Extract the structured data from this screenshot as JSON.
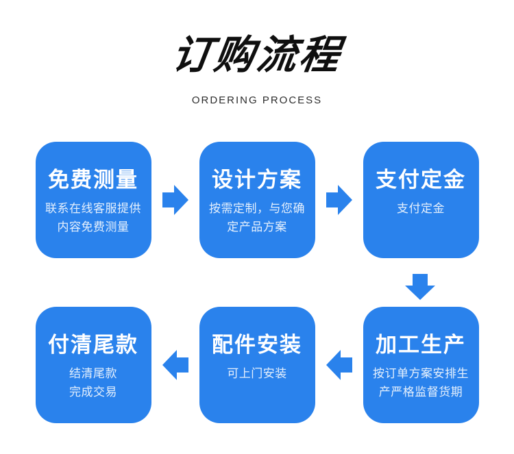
{
  "page": {
    "background": "#ffffff"
  },
  "theme": {
    "page_bg": "#ffffff",
    "box_color": "#2a82ec",
    "arrow_color": "#2a82ec",
    "title_color": "#0f0f0f",
    "subtitle_color": "#2b2b2b"
  },
  "header": {
    "title": "订购流程",
    "subtitle": "ORDERING PROCESS"
  },
  "icons": {
    "right_arrow": "block-arrow-right",
    "down_arrow": "block-arrow-down",
    "left_arrow": "block-arrow-left"
  },
  "steps": [
    {
      "title": "免费测量",
      "desc": "联系在线客服提供\n内容免费测量"
    },
    {
      "title": "设计方案",
      "desc": "按需定制，与您确\n定产品方案"
    },
    {
      "title": "支付定金",
      "desc": "支付定金"
    },
    {
      "title": "加工生产",
      "desc": "按订单方案安排生\n产严格监督货期"
    },
    {
      "title": "配件安装",
      "desc": "可上门安装"
    },
    {
      "title": "付清尾款",
      "desc": "结清尾款\n完成交易"
    }
  ]
}
